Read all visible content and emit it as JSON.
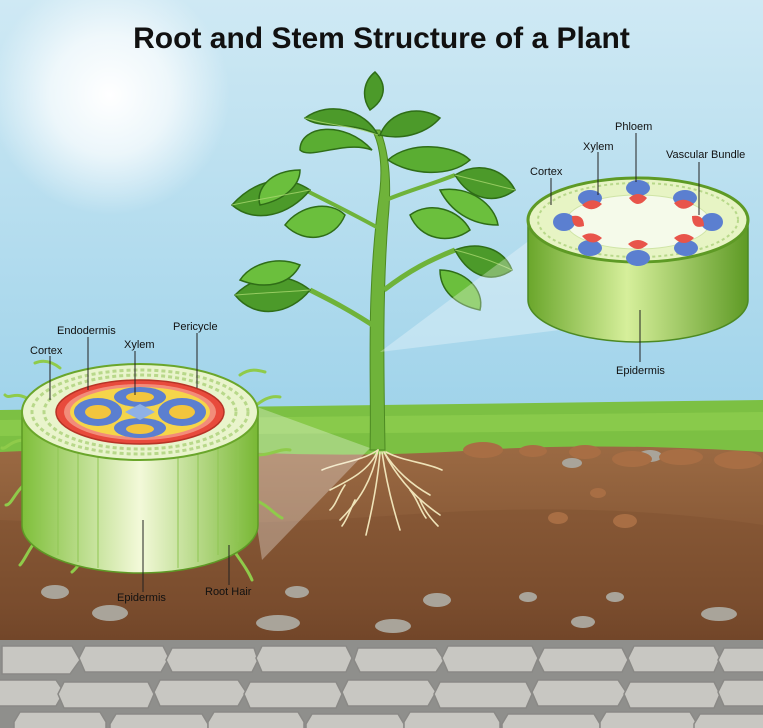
{
  "title": "Root and Stem Structure of a Plant",
  "root_section": {
    "labels": {
      "cortex": "Cortex",
      "endodermis": "Endodermis",
      "xylem": "Xylem",
      "pericycle": "Pericycle",
      "epidermis": "Epidermis",
      "root_hair": "Root Hair"
    }
  },
  "stem_section": {
    "labels": {
      "phloem": "Phloem",
      "xylem": "Xylem",
      "cortex": "Cortex",
      "vascular_bundle": "Vascular Bundle",
      "epidermis": "Epidermis"
    }
  },
  "colors": {
    "sky": "#bde3f1",
    "grass": "#7cc043",
    "soil": "#8a5a36",
    "stem_green": "#a8d85a",
    "xylem_red": "#e8544a",
    "phloem_blue": "#5b7fd0",
    "root_core_yellow": "#f2c53d"
  }
}
